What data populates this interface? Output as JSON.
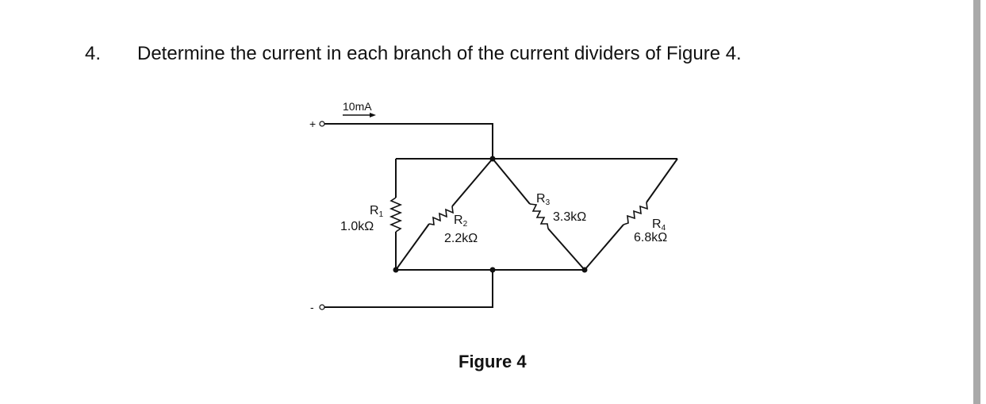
{
  "question": {
    "number": "4.",
    "text": "Determine the current in each branch of the current dividers of Figure 4."
  },
  "figure": {
    "source_current": "10mA",
    "plus_terminal": "+",
    "minus_terminal": "-",
    "resistors": [
      {
        "name": "R",
        "sub": "1",
        "value": "1.0kΩ"
      },
      {
        "name": "R",
        "sub": "2",
        "value": "2.2kΩ"
      },
      {
        "name": "R",
        "sub": "3",
        "value": "3.3kΩ"
      },
      {
        "name": "R",
        "sub": "4",
        "value": "6.8kΩ"
      }
    ],
    "caption": "Figure 4"
  }
}
